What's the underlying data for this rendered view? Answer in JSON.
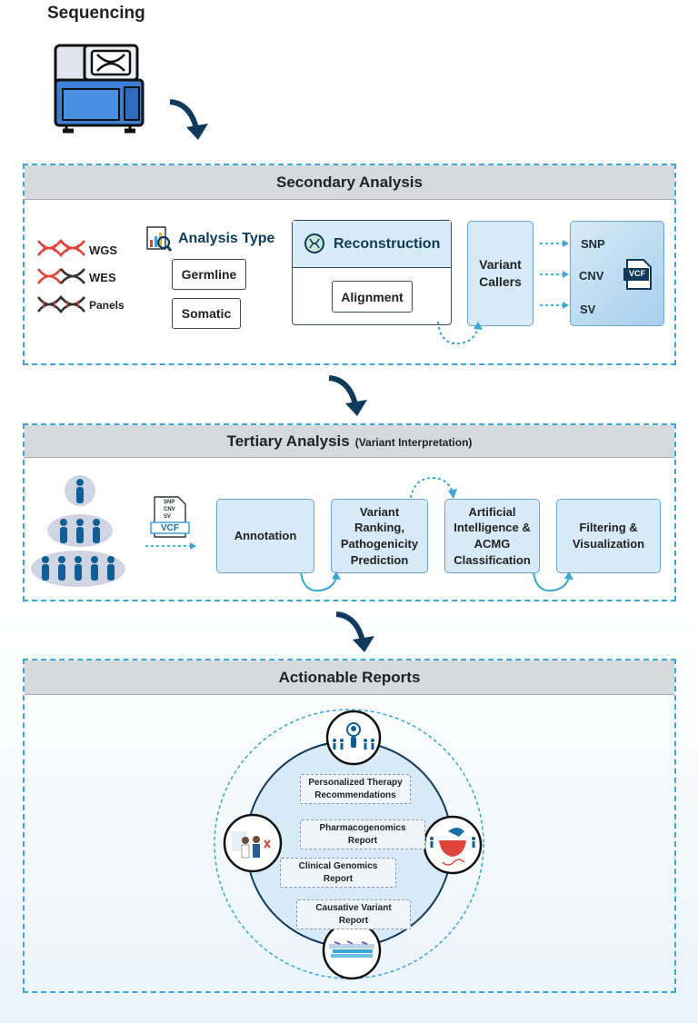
{
  "sequencing": {
    "title": "Sequencing"
  },
  "secondary": {
    "title": "Secondary Analysis",
    "inputs": [
      "WGS",
      "WES",
      "Panels"
    ],
    "analysis_type": {
      "title": "Analysis Type",
      "options": [
        "Germline",
        "Somatic"
      ]
    },
    "reconstruction": {
      "title": "Reconstruction",
      "step": "Alignment"
    },
    "variant_callers": "Variant Callers",
    "outputs": [
      "SNP",
      "CNV",
      "SV"
    ],
    "file_label": "VCF"
  },
  "tertiary": {
    "title": "Tertiary Analysis",
    "subtitle": "(Variant Interpretation)",
    "vcf_lines": [
      "SNP",
      "CNV",
      "SV"
    ],
    "vcf_label": "VCF",
    "steps": [
      "Annotation",
      "Variant Ranking, Pathogenicity Prediction",
      "Artificial Intelligence & ACMG Classification",
      "Filtering & Visualization"
    ]
  },
  "reports": {
    "title": "Actionable Reports",
    "items": [
      "Personalized Therapy Recommendations",
      "Pharmacogenomics Report",
      "Clinical Genomics Report",
      "Causative Variant Report"
    ]
  },
  "colors": {
    "accent": "#3aa7d8",
    "navy": "#0f3a5c",
    "dna_red": "#e0443a",
    "dna_dark": "#333333",
    "box_fill": "#d6eaf7"
  }
}
